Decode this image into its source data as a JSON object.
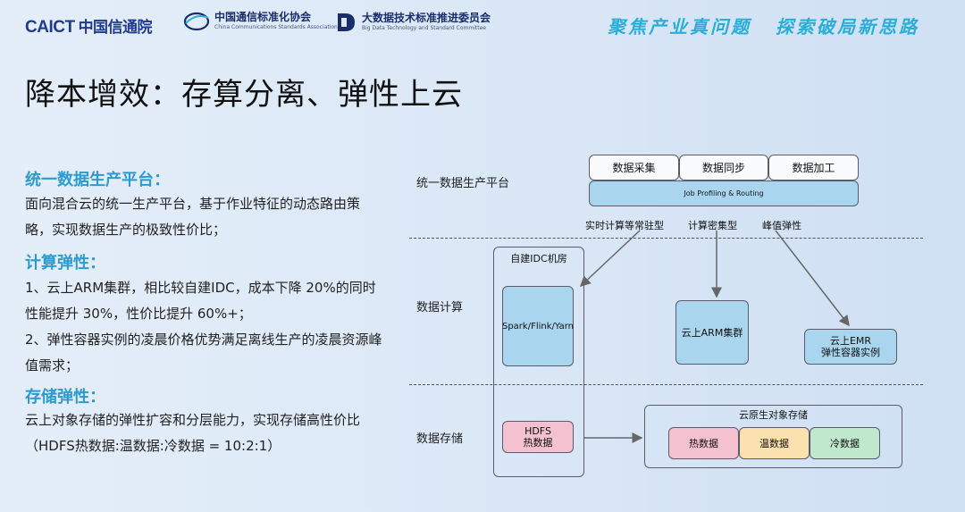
{
  "header": {
    "caict_brand": "CAICT",
    "caict_cn": "中国信通院",
    "ccsa_cn": "中国通信标准化协会",
    "ccsa_en": "China Communications Standards Association",
    "bdc_cn": "大数据技术标准推进委员会",
    "bdc_en": "Big Data Technology and Standard Committee",
    "slogan_1": "聚焦产业真问题",
    "slogan_2": "探索破局新思路"
  },
  "title": "降本增效：存算分离、弹性上云",
  "left": {
    "sec1_title": "统一数据生产平台：",
    "sec1_text": "面向混合云的统一生产平台，基于作业特征的动态路由策略，实现数据生产的极致性价比；",
    "sec2_title": "计算弹性：",
    "sec2_line1": "1、云上ARM集群，相比较自建IDC，成本下降 20%的同时性能提升 30%，性价比提升 60%+；",
    "sec2_line2": "2、弹性容器实例的凌晨价格优势满足离线生产的凌晨资源峰值需求；",
    "sec3_title": "存储弹性：",
    "sec3_text": "云上对象存储的弹性扩容和分层能力，实现存储高性价比（HDFS热数据:温数据:冷数据 = 10:2:1）"
  },
  "diagram": {
    "row1_label": "统一数据生产平台",
    "row2_label": "数据计算",
    "row3_label": "数据存储",
    "collect": "数据采集",
    "sync": "数据同步",
    "process": "数据加工",
    "routing": "Job Profiling & Routing",
    "route_type_1": "实时计算等常驻型",
    "route_type_2": "计算密集型",
    "route_type_3": "峰值弹性",
    "idc": "自建IDC机房",
    "spark": "Spark/Flink/Yarn",
    "arm": "云上ARM集群",
    "emr_1": "云上EMR",
    "emr_2": "弹性容器实例",
    "hdfs_1": "HDFS",
    "hdfs_2": "热数据",
    "object_storage": "云原生对象存储",
    "hot": "热数据",
    "warm": "温数据",
    "cold": "冷数据"
  },
  "colors": {
    "accent": "#2d9bd0",
    "box_blue": "#a9d6ee",
    "hot": "#f4c2cf",
    "warm": "#fbe0b0",
    "cold": "#bfe8cd"
  }
}
